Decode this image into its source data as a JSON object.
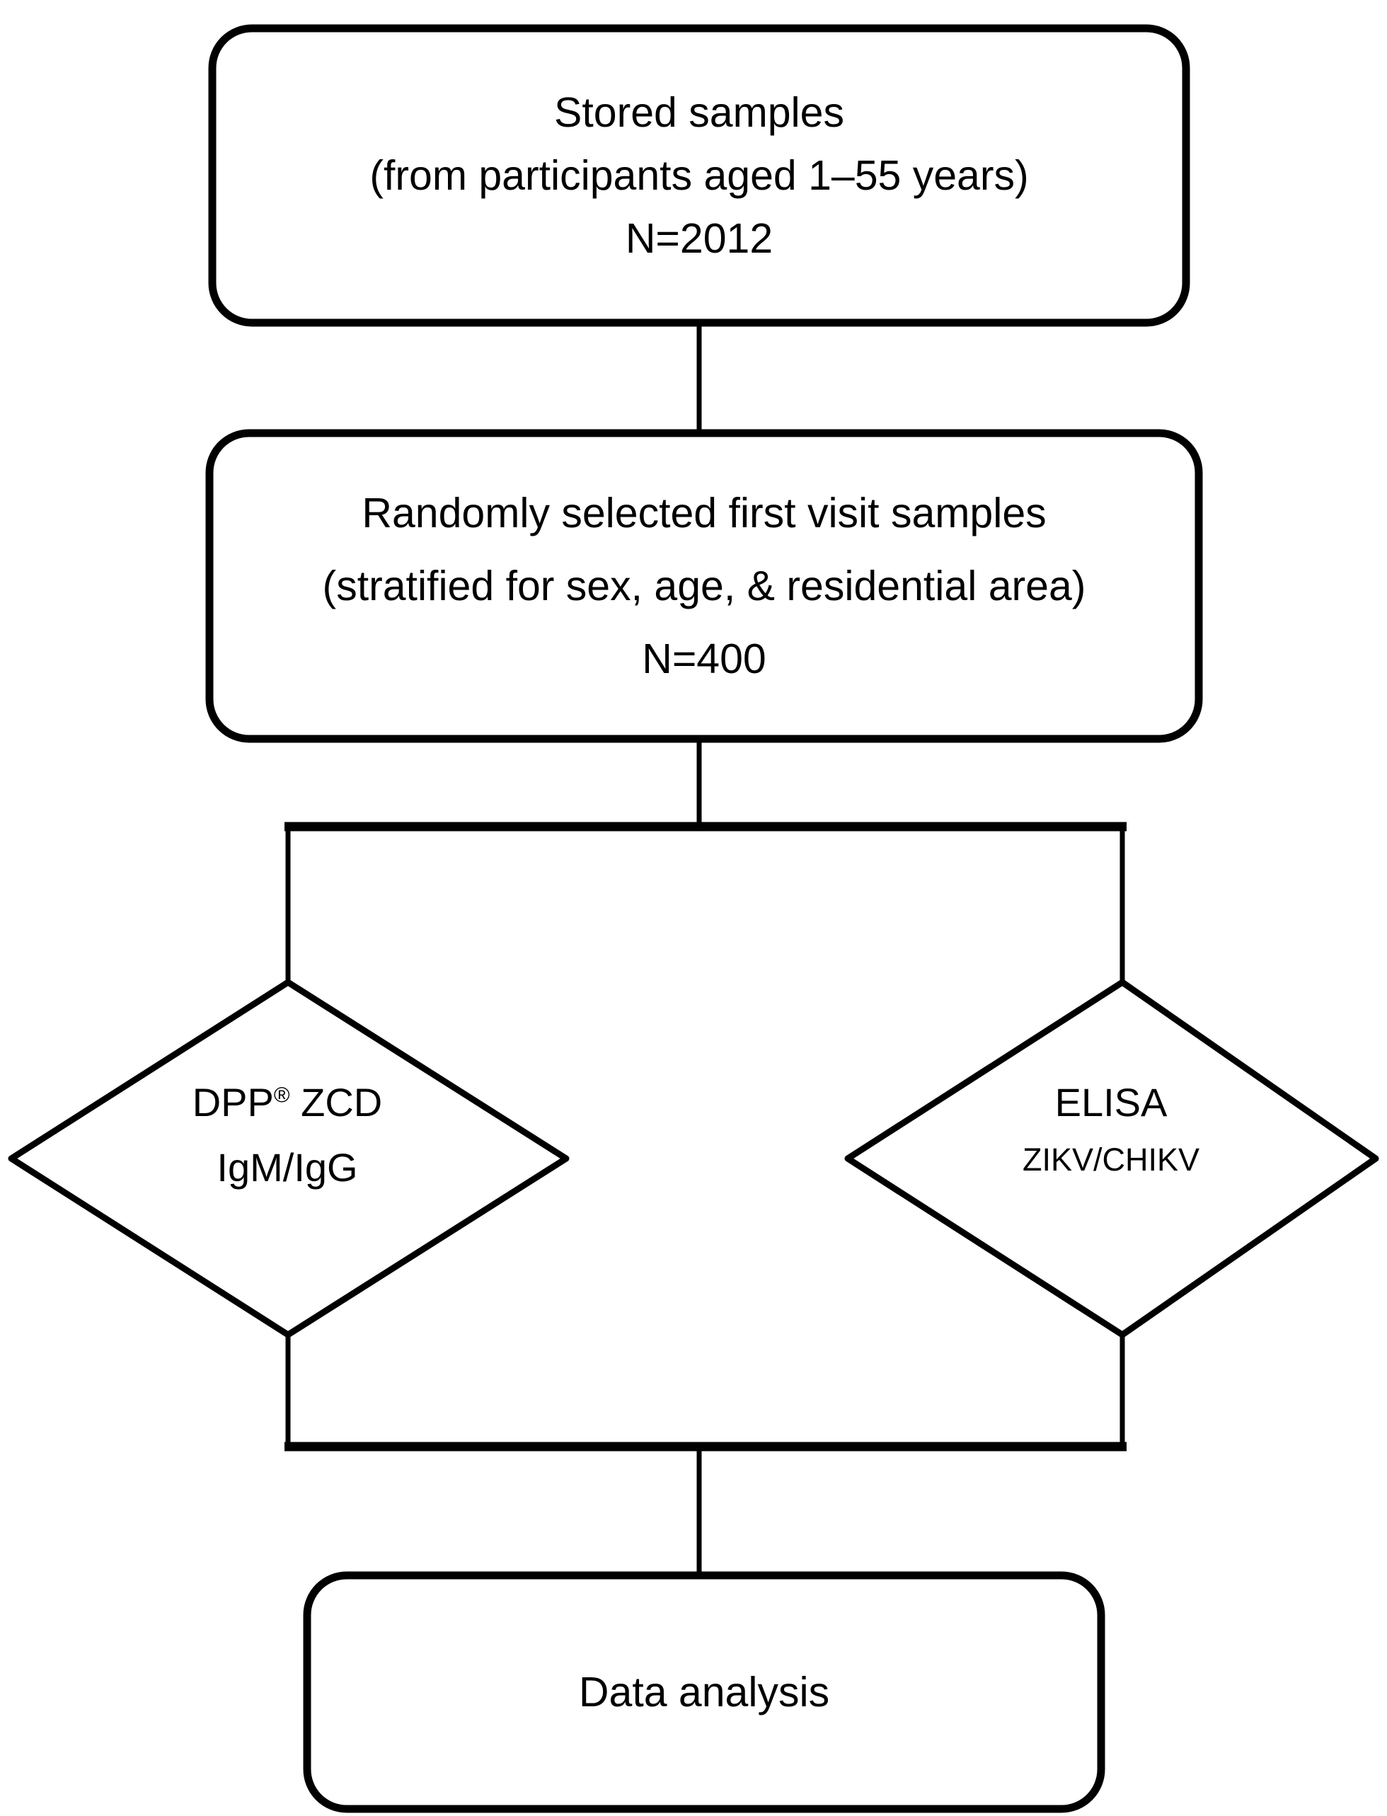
{
  "diagram": {
    "title": "Study sample selection and testing flow",
    "type": "flowchart",
    "orientation": "top-to-bottom",
    "background_color": "#ffffff",
    "line_color": "#000000",
    "text_color": "#000000"
  },
  "nodes": {
    "stored_samples": {
      "shape": "rounded-rectangle",
      "line1": "Stored samples",
      "line2": "(from participants aged 1–55 years)",
      "line3": "N=2012"
    },
    "random_selection": {
      "shape": "rounded-rectangle",
      "line1": "Randomly selected first visit samples",
      "line2": "(stratified for sex, age, & residential area)",
      "line3": "N=400"
    },
    "dpp_test": {
      "shape": "diamond",
      "line1_prefix": "DPP",
      "line1_mark": "®",
      "line1_suffix": " ZCD",
      "line2": "IgM/IgG"
    },
    "elisa_test": {
      "shape": "diamond",
      "line1": "ELISA",
      "line2": "ZIKV/CHIKV"
    },
    "data_analysis": {
      "shape": "rounded-rectangle",
      "line1": "Data analysis"
    }
  },
  "edges": [
    {
      "from": "stored_samples",
      "to": "random_selection",
      "style": "straight-vertical"
    },
    {
      "from": "random_selection",
      "to": "dpp_test",
      "style": "split-left"
    },
    {
      "from": "random_selection",
      "to": "elisa_test",
      "style": "split-right"
    },
    {
      "from": "dpp_test",
      "to": "data_analysis",
      "style": "merge-left"
    },
    {
      "from": "elisa_test",
      "to": "data_analysis",
      "style": "merge-right"
    }
  ]
}
